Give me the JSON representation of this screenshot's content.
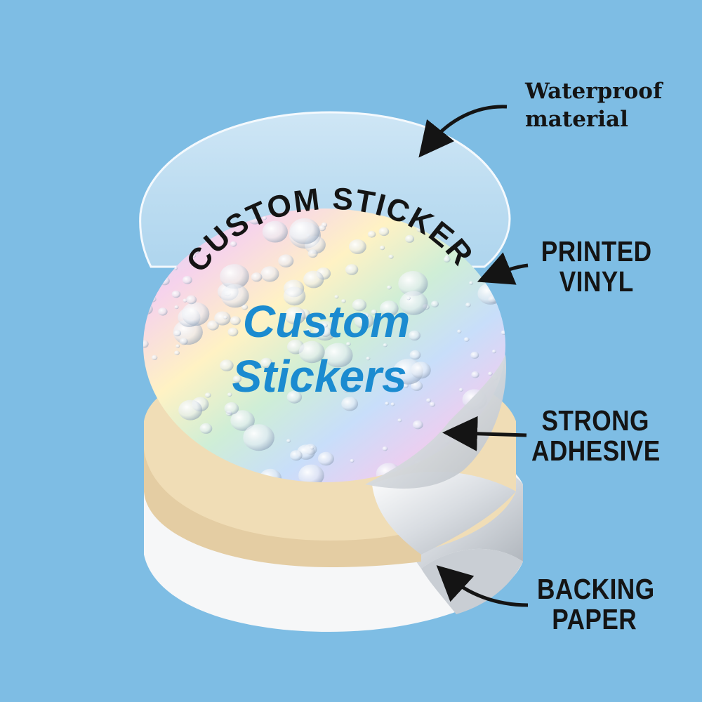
{
  "colors": {
    "background": "#7ebde4",
    "adhesive": "#f0ddb6",
    "backing_paper": "#f7f8f9",
    "brand_text": "#1b8bd0",
    "ink": "#141414"
  },
  "sticker": {
    "arc_text": "CUSTOM STICKER",
    "title_line1": "Custom",
    "title_line2": "Stickers"
  },
  "layers": [
    {
      "id": "waterproof",
      "line1": "Waterproof",
      "line2": "material",
      "icon": "arrow-left-curved-icon"
    },
    {
      "id": "vinyl",
      "line1": "PRINTED",
      "line2": "VINYL",
      "icon": "arrow-left-icon"
    },
    {
      "id": "adhesive",
      "line1": "STRONG",
      "line2": "ADHESIVE",
      "icon": "arrow-left-icon"
    },
    {
      "id": "backing",
      "line1": "BACKING",
      "line2": "PAPER",
      "icon": "arrow-left-curved-icon"
    }
  ]
}
